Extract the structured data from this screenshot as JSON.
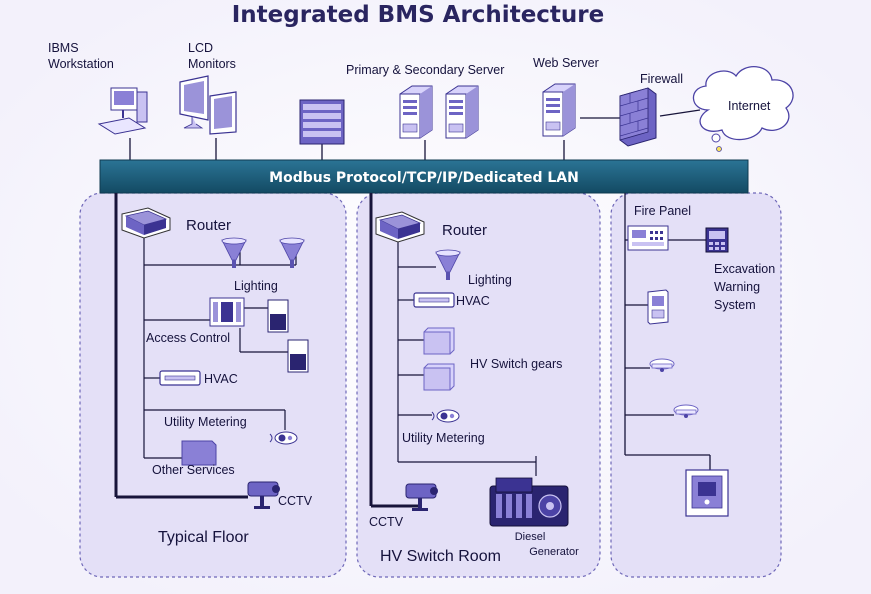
{
  "diagram": {
    "title": "Integrated BMS Architecture",
    "lan_label": "Modbus Protocol/TCP/IP/Dedicated LAN",
    "top": {
      "workstation": [
        "IBMS",
        "Workstation"
      ],
      "monitors": [
        "LCD",
        "Monitors"
      ],
      "servers": "Primary & Secondary Server",
      "web_server": "Web Server",
      "firewall": "Firewall",
      "internet": "Internet"
    },
    "typical_floor": {
      "title": "Typical Floor",
      "router": "Router",
      "lighting": "Lighting",
      "access_control": "Access Control",
      "hvac": "HVAC",
      "utility_metering": "Utility Metering",
      "other_services": "Other Services",
      "cctv": "CCTV"
    },
    "hv_switch_room": {
      "title": "HV Switch Room",
      "router": "Router",
      "lighting": "Lighting",
      "hvac": "HVAC",
      "hv_switch_gears": "HV Switch gears",
      "utility_metering": "Utility Metering",
      "cctv": "CCTV",
      "diesel_generator": [
        "Diesel",
        "Generator"
      ]
    },
    "fire_zone": {
      "fire_panel": "Fire Panel",
      "excavation": [
        "Excavation",
        "Warning",
        "System"
      ]
    }
  },
  "colors": {
    "background": "#f3f1fb",
    "zone_fill": "#e4e0f7",
    "lan_bar": "#1f5f7d",
    "device": "#c9c2f2",
    "wire": "#17143a"
  },
  "icons": [
    "workstation-icon",
    "lcd-monitor-icon",
    "server-rack-icon",
    "server-icon",
    "web-server-icon",
    "firewall-icon",
    "internet-cloud-icon",
    "router-icon",
    "lighting-icon",
    "access-control-icon",
    "hvac-icon",
    "utility-meter-icon",
    "other-services-icon",
    "cctv-camera-icon",
    "switchgear-icon",
    "diesel-generator-icon",
    "fire-panel-icon",
    "excavation-warning-icon",
    "smoke-detector-icon",
    "control-panel-icon"
  ]
}
